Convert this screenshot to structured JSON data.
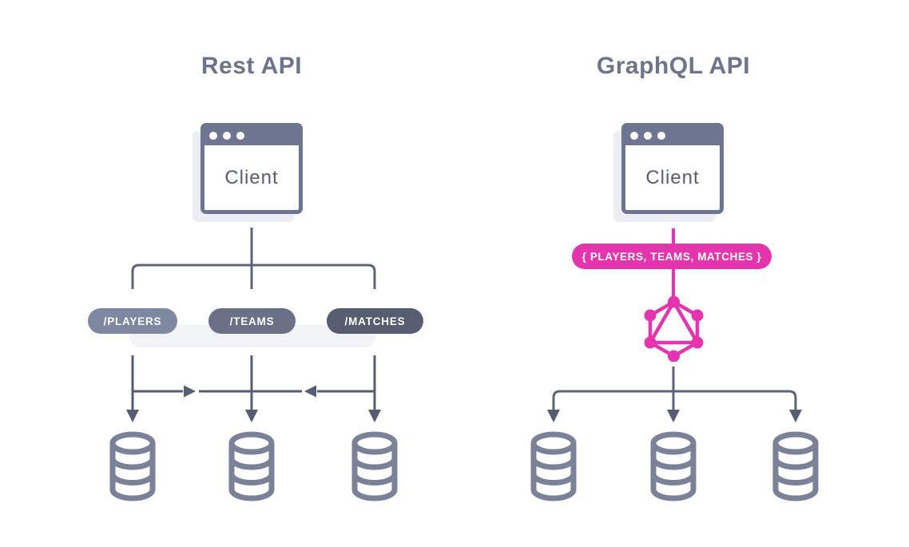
{
  "left_panel": {
    "title": "Rest API",
    "client_label": "Client",
    "endpoints": [
      {
        "label": "/PLAYERS",
        "color": "#7f88a1"
      },
      {
        "label": "/TEAMS",
        "color": "#6a7187"
      },
      {
        "label": "/MATCHES",
        "color": "#575d70"
      }
    ],
    "database_count": 3
  },
  "right_panel": {
    "title": "GraphQL API",
    "client_label": "Client",
    "query_pill_label": "{ PLAYERS, TEAMS, MATCHES }",
    "query_pill_color": "#e435af",
    "database_count": 3
  },
  "colors": {
    "title_text": "#6e758a",
    "window_frame": "#6e7590",
    "client_text": "#585e70",
    "wire_gray": "#5c6375",
    "arrow_gray": "#565d70",
    "database_icon": "#7b8196",
    "graphql_pink": "#e435af",
    "pill_shadow": "#f2f3f6"
  },
  "icons": {
    "client_window": "browser-window-icon",
    "database": "database-cylinder-icon",
    "graphql": "graphql-hexagon-icon"
  }
}
